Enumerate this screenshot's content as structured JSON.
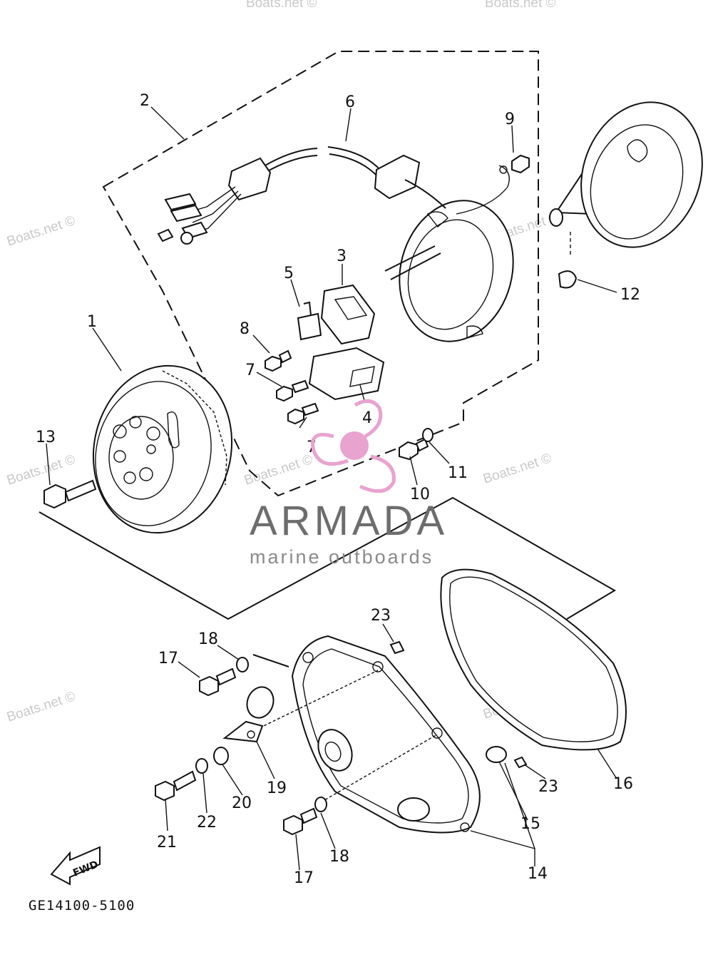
{
  "diagram_code": "GE14100-5100",
  "fwd_label": "FWD",
  "watermark": "Boats.net ©",
  "logo": {
    "brand": "ARMADA",
    "tagline": "marine outboards",
    "accent_color": "#e9a3cf"
  },
  "callouts": [
    "1",
    "2",
    "3",
    "4",
    "5",
    "6",
    "7",
    "7",
    "8",
    "9",
    "10",
    "11",
    "12",
    "13",
    "14",
    "15",
    "16",
    "17",
    "17",
    "18",
    "18",
    "19",
    "20",
    "21",
    "22",
    "23",
    "23"
  ]
}
